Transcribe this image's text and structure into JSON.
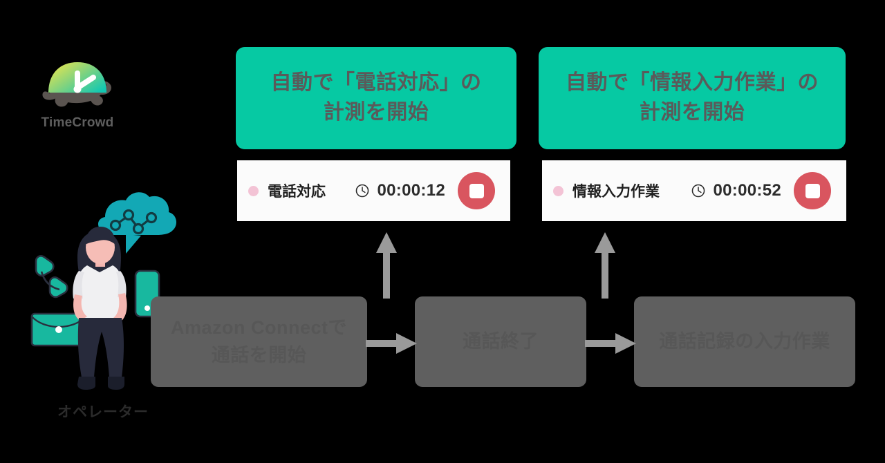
{
  "brand": {
    "name": "TimeCrowd",
    "logo_icon": "turtle-clock-logo",
    "shell_gradient_from": "#e8e44f",
    "shell_gradient_to": "#15c9b0",
    "body_color": "#5a5450"
  },
  "operator": {
    "label": "オペレーター",
    "illustration_icon": "operator-illustration",
    "accent_color": "#19b3a6",
    "props": [
      {
        "icon": "cloud-network-icon",
        "color": "#13a8b5"
      },
      {
        "icon": "telephone-handset-icon",
        "color": "#17b89f"
      },
      {
        "icon": "envelope-icon",
        "color": "#16b89f"
      },
      {
        "icon": "smartphone-icon",
        "color": "#17b89f"
      }
    ]
  },
  "banners": [
    {
      "id": "banner-call",
      "text": "自動で「電話対応」の\n計測を開始",
      "background": "#06c9a3",
      "text_color": "#5a5a5a"
    },
    {
      "id": "banner-entry",
      "text": "自動で「情報入力作業」の\n計測を開始",
      "background": "#06c9a3",
      "text_color": "#5a5a5a"
    }
  ],
  "timer_cards": [
    {
      "id": "timer-card-call",
      "task_name": "電話対応",
      "dot_color": "#f3c3d5",
      "clock_icon": "clock-icon",
      "elapsed": "00:00:12",
      "stop_icon": "stop-square-icon",
      "stop_color": "#d9555f"
    },
    {
      "id": "timer-card-entry",
      "task_name": "情報入力作業",
      "dot_color": "#f3c3d5",
      "clock_icon": "clock-icon",
      "elapsed": "00:00:52",
      "stop_icon": "stop-square-icon",
      "stop_color": "#d9555f"
    }
  ],
  "flow_boxes": [
    {
      "id": "flow-box-start",
      "text": "Amazon Connectで\n通話を開始",
      "background": "#5f5f5f",
      "text_color": "#575757"
    },
    {
      "id": "flow-box-end",
      "text": "通話終了",
      "background": "#5f5f5f",
      "text_color": "#575757"
    },
    {
      "id": "flow-box-entry",
      "text": "通話記録の入力作業",
      "background": "#5f5f5f",
      "text_color": "#575757"
    }
  ],
  "arrows": {
    "color": "#9a9a9a",
    "items": [
      {
        "id": "arrow-start-to-end",
        "direction": "right"
      },
      {
        "id": "arrow-end-to-entry",
        "direction": "right"
      },
      {
        "id": "arrow-up-call",
        "direction": "up"
      },
      {
        "id": "arrow-up-entry",
        "direction": "up"
      }
    ]
  }
}
